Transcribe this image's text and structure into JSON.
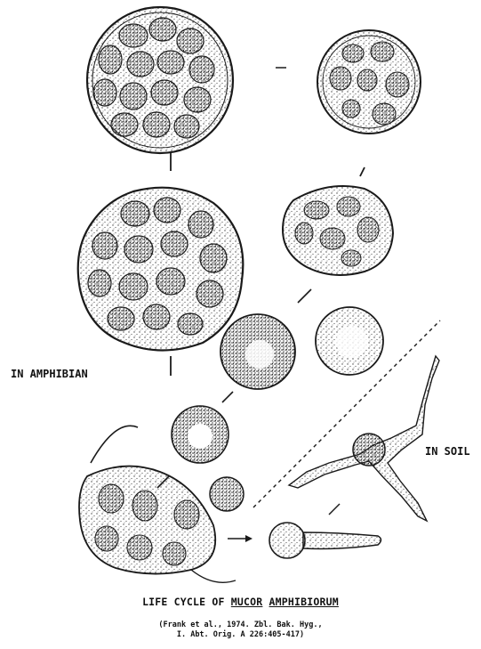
{
  "labels": {
    "in_amphibian": "IN AMPHIBIAN",
    "in_soil": "IN SOIL"
  },
  "title": {
    "prefix": "LIFE CYCLE OF ",
    "genus": "MUCOR",
    "space": " ",
    "species": "AMPHIBIORUM"
  },
  "citation": {
    "line1": "(Frank et al., 1974. Zbl. Bak. Hyg.,",
    "line2": "I. Abt. Orig. A 226:405-417)"
  },
  "colors": {
    "ink": "#1a1a1a",
    "stipple": "#555555",
    "paper": "#ffffff"
  }
}
